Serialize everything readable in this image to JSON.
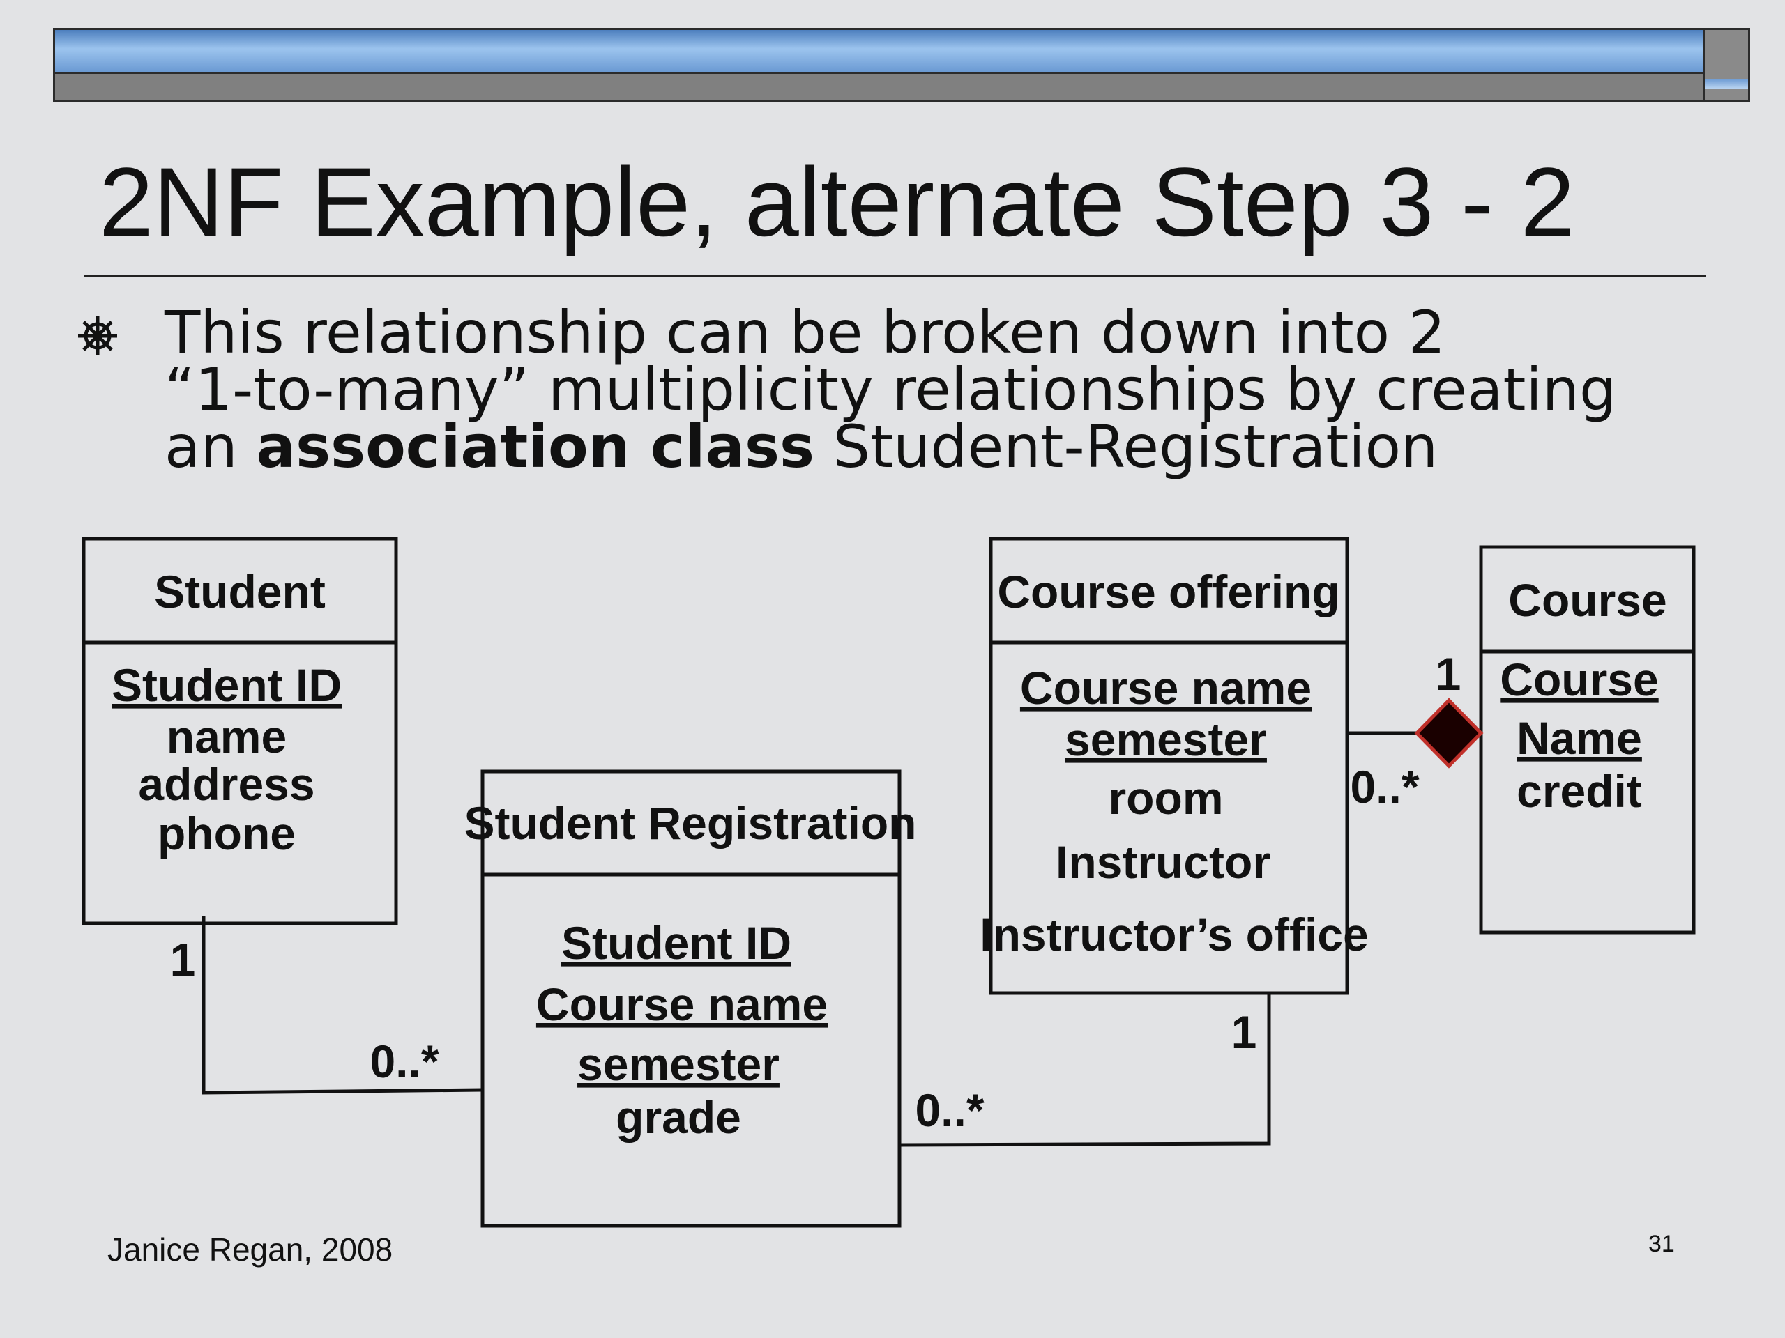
{
  "slide": {
    "title": "2NF Example, alternate Step 3 - 2",
    "bullet": {
      "line1": "This relationship can be broken down into 2",
      "line2": "“1-to-many” multiplicity relationships by creating",
      "line3_prefix": "an ",
      "line3_bold": "association class",
      "line3_suffix": " Student-Registration"
    },
    "footer_author": "Janice Regan, 2008",
    "slide_number": "31"
  },
  "diagram": {
    "classes": {
      "student": {
        "name": "Student",
        "attributes": [
          {
            "text": "Student ID",
            "key": true
          },
          {
            "text": "name",
            "key": false
          },
          {
            "text": "address",
            "key": false
          },
          {
            "text": "phone",
            "key": false
          }
        ]
      },
      "registration": {
        "name": "Student Registration",
        "attributes": [
          {
            "text": "Student ID",
            "key": true
          },
          {
            "text": "Course name",
            "key": true
          },
          {
            "text": "semester",
            "key": true
          },
          {
            "text": "grade",
            "key": false
          }
        ]
      },
      "offering": {
        "name": "Course offering",
        "attributes": [
          {
            "text": "Course name",
            "key": true
          },
          {
            "text": "semester",
            "key": true
          },
          {
            "text": "room",
            "key": false
          },
          {
            "text": "Instructor",
            "key": false
          },
          {
            "text": "Instructor’s office",
            "key": false
          }
        ]
      },
      "course": {
        "name": "Course",
        "attributes": [
          {
            "text": "Course",
            "key": true
          },
          {
            "text": "Name",
            "key": true
          },
          {
            "text": "credit",
            "key": false
          }
        ]
      }
    },
    "multiplicities": {
      "student_end": "1",
      "registration_student_end": "0..*",
      "registration_offering_end": "0..*",
      "offering_registration_end": "1",
      "course_end": "1",
      "offering_course_end": "0..*"
    }
  }
}
